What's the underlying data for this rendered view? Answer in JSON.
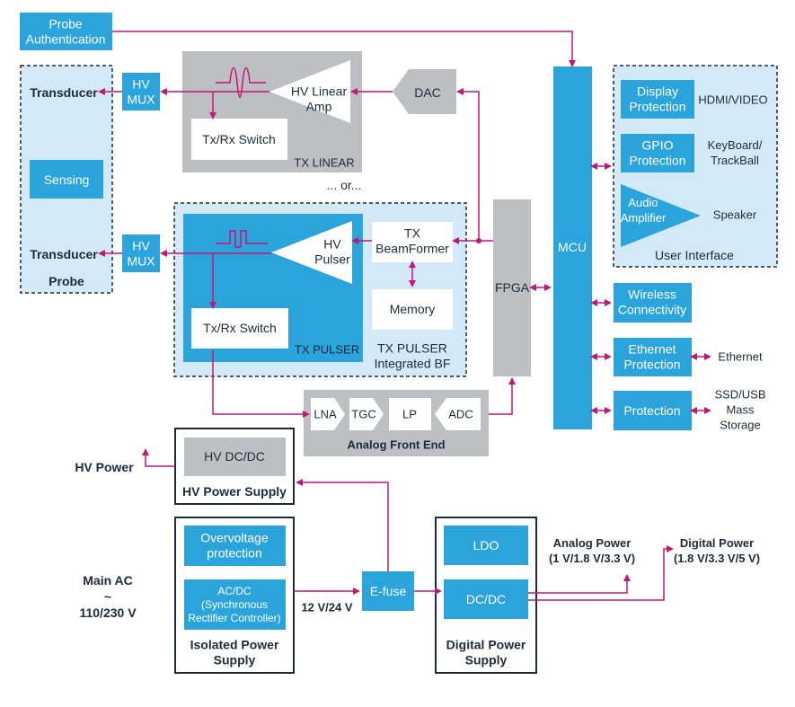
{
  "colors": {
    "blue": "#2ba3db",
    "light_blue": "#d4e9f7",
    "grey": "#bdbfc2",
    "dark_outline": "#1d2b3a",
    "arrow": "#c2177a",
    "white": "#ffffff",
    "text_dark": "#1d2b3a",
    "text_white": "#ffffff"
  },
  "blocks": {
    "probe_authentication": "Probe\nAuthentication",
    "probe_transducer_top": "Transducer",
    "probe_sensing": "Sensing",
    "probe_transducer_bottom": "Transducer",
    "probe_title": "Probe",
    "hv_mux_top": "HV\nMUX",
    "hv_mux_bottom": "HV\nMUX",
    "hv_linear_amp": "HV Linear\nAmp",
    "txrx_switch_linear": "Tx/Rx Switch",
    "tx_linear_title": "TX LINEAR",
    "dac": "DAC",
    "or_text": "... or...",
    "hv_pulser": "HV\nPulser",
    "txrx_switch_pulser": "Tx/Rx Switch",
    "tx_pulser_title": "TX PULSER",
    "tx_beamformer": "TX\nBeamFormer",
    "memory": "Memory",
    "tx_pulser_integrated": "TX PULSER\nIntegrated BF",
    "fpga": "FPGA",
    "mcu": "MCU",
    "lna": "LNA",
    "tgc": "TGC",
    "lp": "LP",
    "adc": "ADC",
    "analog_front_end": "Analog Front End",
    "display_protection": "Display\nProtection",
    "hdmi_video": "HDMI/VIDEO",
    "gpio_protection": "GPIO\nProtection",
    "keyboard_trackball": "KeyBoard/\nTrackBall",
    "audio_amplifier": "Audio\nAmplifier",
    "speaker": "Speaker",
    "user_interface": "User Interface",
    "wireless_connectivity": "Wireless\nConnectivity",
    "ethernet_protection": "Ethernet\nProtection",
    "ethernet": "Ethernet",
    "protection": "Protection",
    "ssd_usb": "SSD/USB\nMass\nStorage",
    "hv_dcdc": "HV DC/DC",
    "hv_power_supply": "HV Power Supply",
    "hv_power": "HV Power",
    "overvoltage_protection": "Overvoltage\nprotection",
    "acdc": "AC/DC\n(Synchronous\nRectifier Controller)",
    "isolated_power_supply": "Isolated Power\nSupply",
    "main_ac": "Main AC\n~\n110/230 V",
    "v12_24": "12 V/24 V",
    "efuse": "E-fuse",
    "ldo": "LDO",
    "dcdc": "DC/DC",
    "digital_power_supply": "Digital Power\nSupply",
    "analog_power": "Analog Power\n(1 V/1.8 V/3.3 V)",
    "digital_power": "Digital Power\n(1.8 V/3.3 V/5 V)"
  }
}
